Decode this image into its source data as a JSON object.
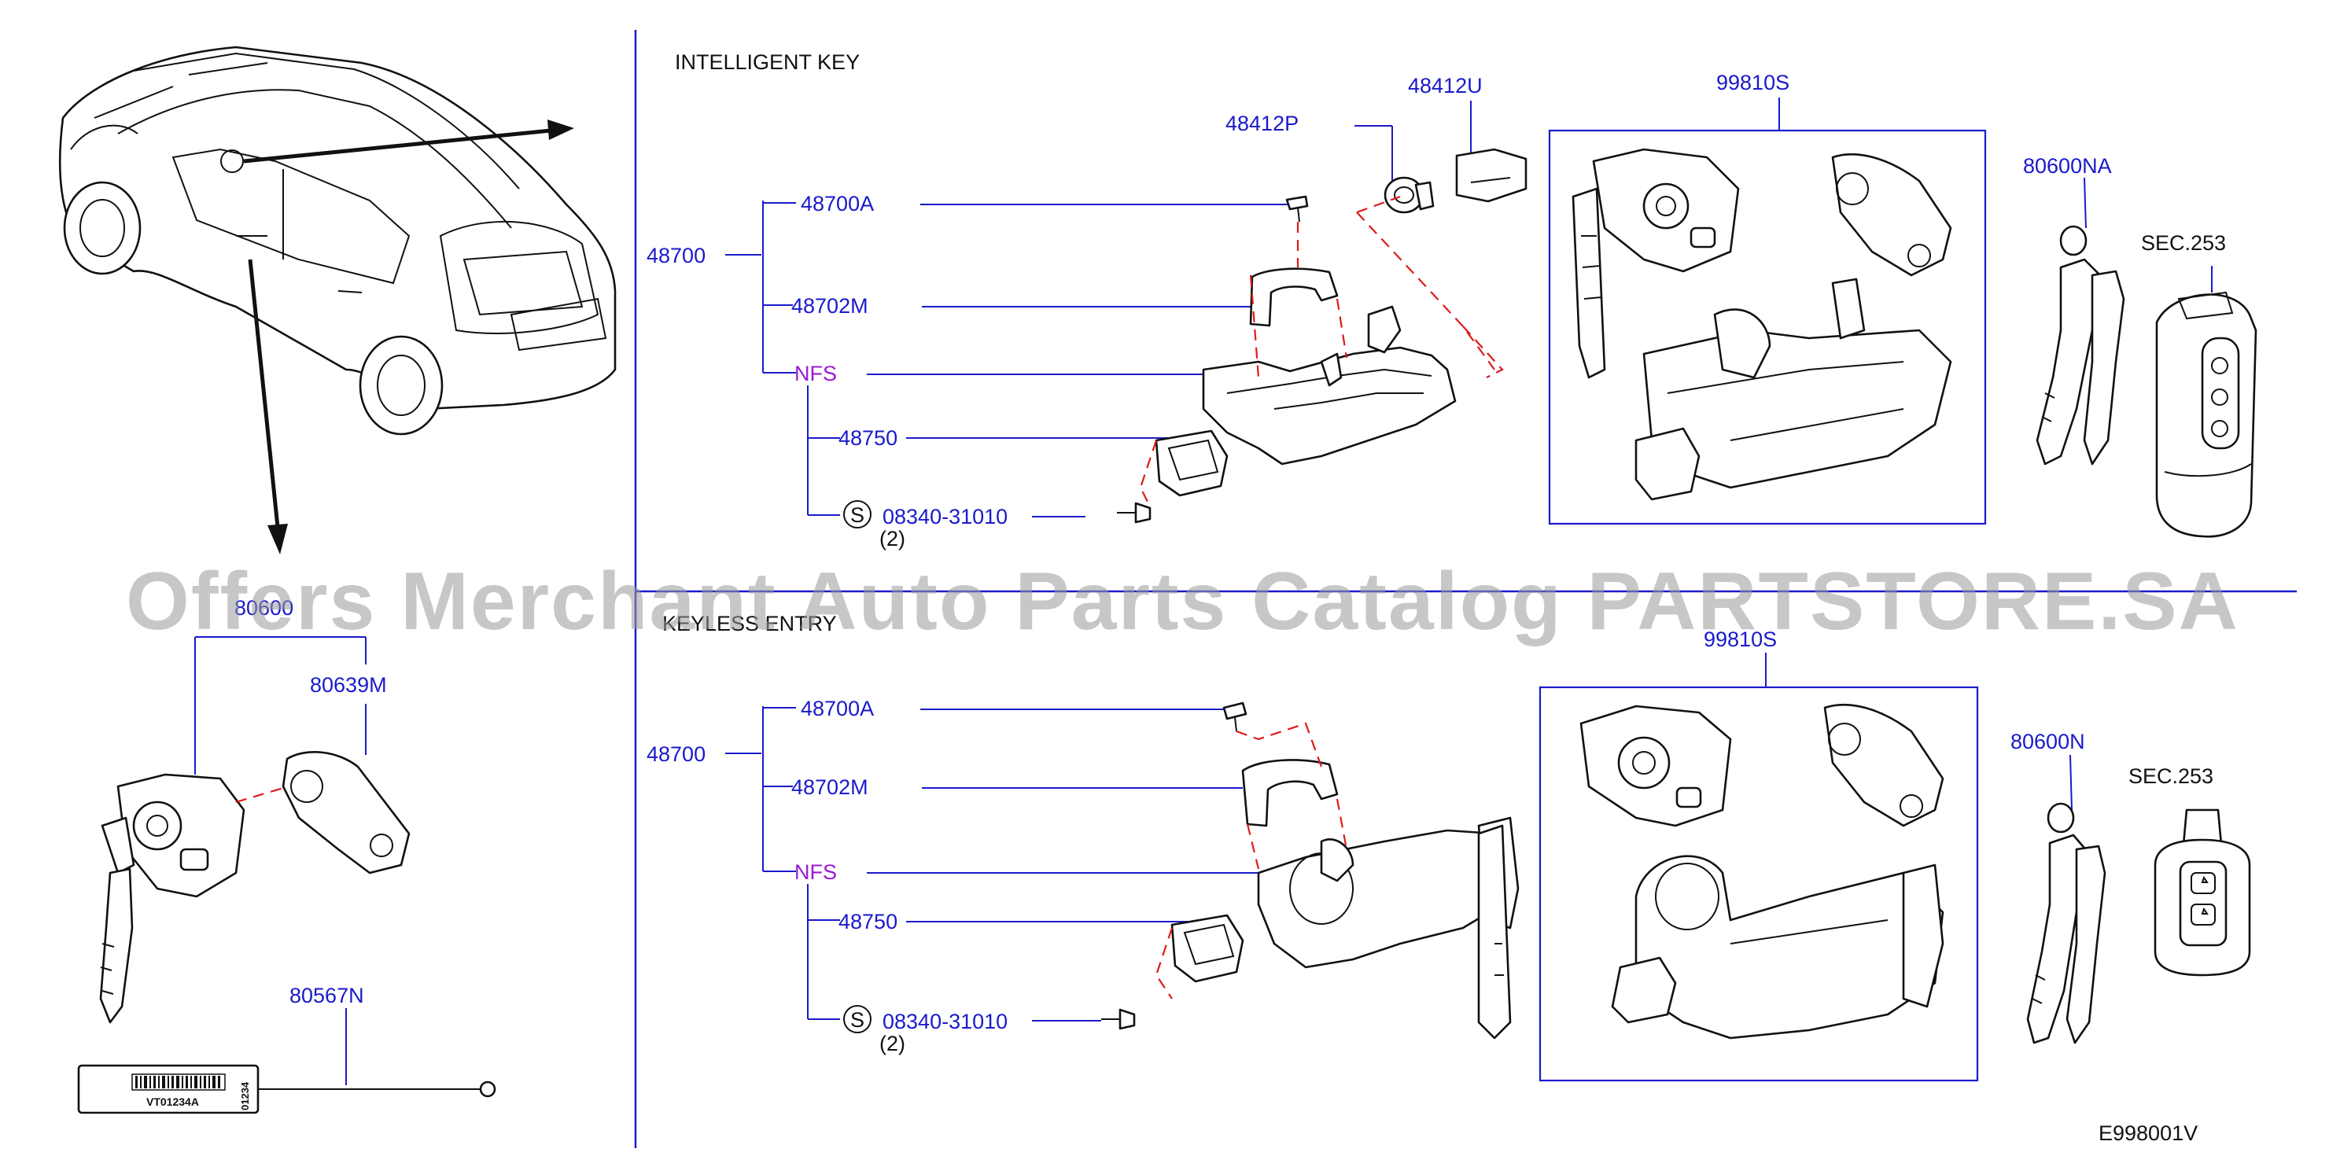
{
  "sections": {
    "top_title": "INTELLIGENT   KEY",
    "bottom_title": "KEYLESS   ENTRY"
  },
  "labels": {
    "p48412U": "48412U",
    "p48412P": "48412P",
    "p99810S_top": "99810S",
    "p80600NA": "80600NA",
    "sec253_top": "SEC.253",
    "p48700_top": "48700",
    "p48700A_top": "48700A",
    "p48702M_top": "48702M",
    "nfs_top": "NFS",
    "p48750_top": "48750",
    "screw_symbol": "S",
    "p08340_top": "08340-31010",
    "qty_top": "(2)",
    "p80600_left": "80600",
    "p80639M": "80639M",
    "p80567N": "80567N",
    "p99810S_bottom": "99810S",
    "p80600N": "80600N",
    "sec253_bottom": "SEC.253",
    "p48700_bottom": "48700",
    "p48700A_bottom": "48700A",
    "p48702M_bottom": "48702M",
    "nfs_bottom": "NFS",
    "p48750_bottom": "48750",
    "p08340_bottom": "08340-31010",
    "qty_bottom": "(2)",
    "diagram_code": "E998001V"
  },
  "tag": {
    "barcode_text": "VT01234A",
    "side_text": "01234"
  },
  "watermark": "Offers Merchant Auto Parts Catalog PARTSTORE.SA",
  "colors": {
    "label_blue": "#1a1acc",
    "label_purple": "#9a1ad6",
    "dashed_red": "#e01a1a",
    "line_black": "#111111",
    "watermark_gray": "#9a9a9a"
  },
  "icons": [
    "car-outline-icon",
    "ignition-lock-icon",
    "key-icon",
    "intelligent-key-fob-icon",
    "keyless-remote-icon",
    "screw-icon",
    "bracket-icon",
    "key-tag-icon"
  ]
}
